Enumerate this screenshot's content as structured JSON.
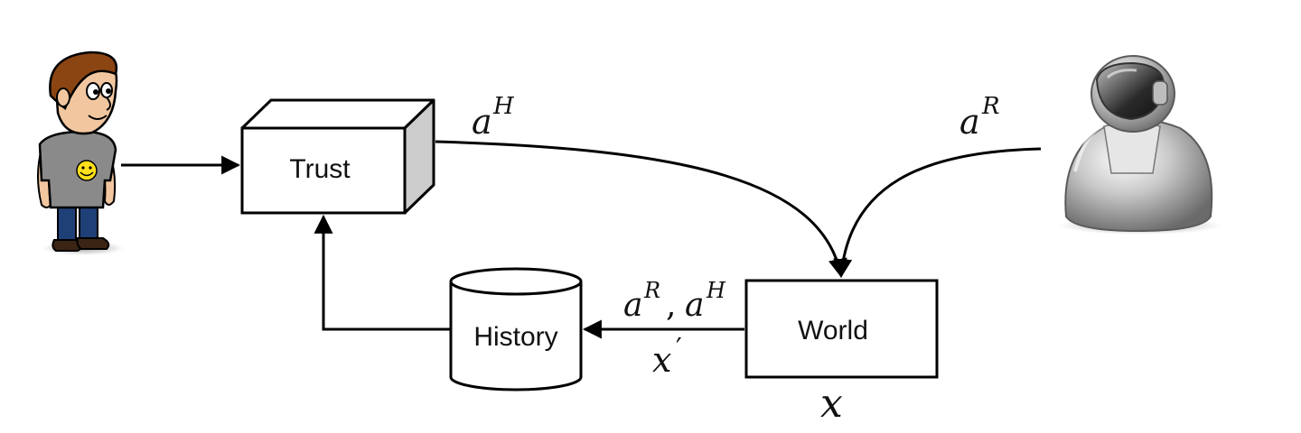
{
  "nodes": {
    "trust": {
      "label": "Trust"
    },
    "history": {
      "label": "History"
    },
    "world": {
      "label": "World"
    }
  },
  "edge_labels": {
    "human_action": {
      "base": "a",
      "sup": "H"
    },
    "robot_action": {
      "base": "a",
      "sup": "R"
    },
    "world_to_history_top": {
      "a1": "a",
      "s1": "R",
      "comma": ",",
      "a2": "a",
      "s2": "H"
    },
    "world_to_history_bottom": {
      "base": "x",
      "prime": "′"
    },
    "world_state": {
      "base": "x"
    }
  },
  "agents": {
    "human": {
      "icon": "human-person-icon"
    },
    "robot": {
      "icon": "robot-icon"
    }
  },
  "colors": {
    "stroke": "#000000",
    "box_side": "#cccccc",
    "robot_metal": "#9a9a9a",
    "human_shirt": "#8a8a8a",
    "human_hair": "#8b4513",
    "human_jeans": "#1f3f77",
    "smiley": "#ffe01b"
  }
}
